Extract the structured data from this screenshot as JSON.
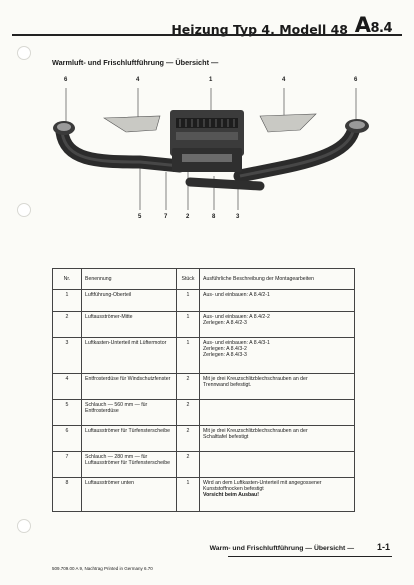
{
  "header": {
    "title": "Heizung Typ 4, Modell 48",
    "code_main": "A",
    "code_sub": "8.4"
  },
  "subtitle": "Warmluft- und Frischluftführung — Übersicht —",
  "callouts": {
    "top": [
      "6",
      "4",
      "1",
      "4",
      "6"
    ],
    "bottom": [
      "5",
      "7",
      "2",
      "8",
      "3"
    ]
  },
  "table": {
    "headers": {
      "nr": "Nr.",
      "name": "Benennung",
      "qty": "Stück",
      "instr": "Ausführliche Beschreibung der Montagearbeiten"
    },
    "rows": [
      {
        "nr": "1",
        "name": "Luftführung-Oberteil",
        "qty": "1",
        "instr": [
          "Aus- und einbauen: A 8.4/2-1"
        ]
      },
      {
        "nr": "2",
        "name": "Luftausströmer-Mitte",
        "qty": "1",
        "instr": [
          "Aus- und einbauen: A 8.4/2-2",
          "Zerlegen:                 A 8.4/2-3"
        ]
      },
      {
        "nr": "3",
        "name": "Luftkasten-Unterteil mit Lüftermotor",
        "qty": "1",
        "instr": [
          "Aus- und einbauen: A 8.4/3-1",
          "Zerlegen:                 A 8.4/3-2",
          "Zerlegen:                 A 8.4/3-3"
        ]
      },
      {
        "nr": "4",
        "name": "Entfrosterdüse für Windschutzfenster",
        "qty": "2",
        "instr": [
          "Mit je drei Kreuzschlitzblechschrauben an der",
          "Trennwand befestigt."
        ]
      },
      {
        "nr": "5",
        "name": "Schlauch — 560 mm — für Entfrosterdüse",
        "qty": "2",
        "instr": []
      },
      {
        "nr": "6",
        "name": "Luftausströmer für Türfensterscheibe",
        "qty": "2",
        "instr": [
          "Mit je drei Kreuzschlitzblechschrauben an der",
          "Schalttafel befestigt"
        ]
      },
      {
        "nr": "7",
        "name": "Schlauch — 280 mm — für Luftausströmer für Türfensterscheibe",
        "qty": "2",
        "instr": []
      },
      {
        "nr": "8",
        "name": "Luftausströmer unten",
        "qty": "1",
        "instr": [
          "Wird an dem Luftkasten-Unterteil mit angegossener",
          "Kunststoffnocken befestigt"
        ],
        "warning": "Vorsicht beim Ausbau!"
      }
    ]
  },
  "footer": {
    "title": "Warm- und Frischluftführung — Übersicht —",
    "page": "1-1",
    "print_info": "509.709.00  A 9, Nachtrag  Printed in Germany  6.70"
  }
}
